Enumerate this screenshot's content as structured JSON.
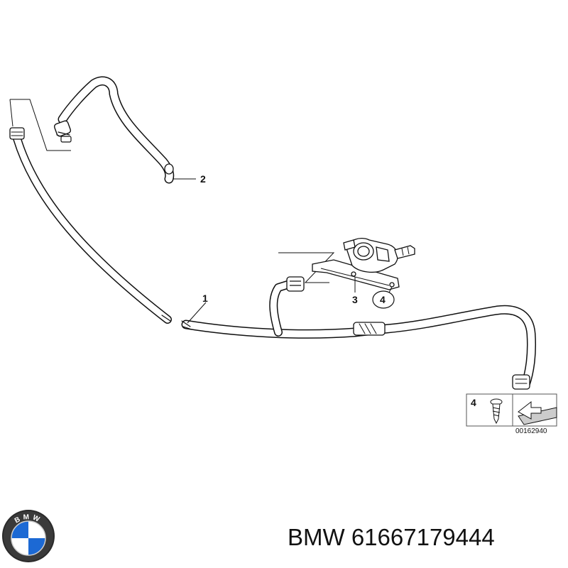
{
  "callouts": {
    "part_1": "1",
    "part_2": "2",
    "part_3": "3",
    "part_4": "4"
  },
  "legend": {
    "item_number": "4",
    "drawing_number": "00162940"
  },
  "logo": {
    "lettering": "BMW"
  },
  "caption": {
    "brand": "BMW",
    "part_number": "61667179444"
  },
  "colors": {
    "line": "#111111",
    "logo_blue": "#1c69d4",
    "logo_ring": "#222222"
  }
}
